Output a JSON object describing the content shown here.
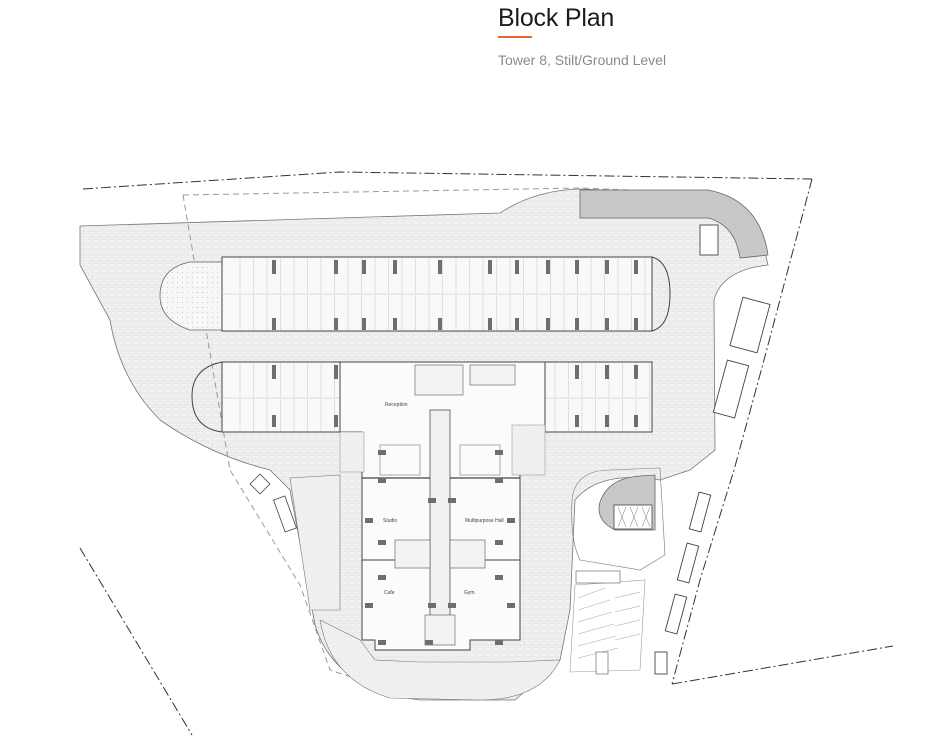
{
  "header": {
    "title": "Block Plan",
    "subtitle": "Tower 8, Stilt/Ground Level",
    "accent_color": "#e06a2c"
  },
  "rooms": {
    "reception": "Reception",
    "studio": "Studio",
    "multipurpose_hall": "Multipurpose Hall",
    "cafe": "Cafe",
    "gym": "Gym"
  },
  "colors": {
    "line": "#555555",
    "paving": "#efefef",
    "wall": "#6e6e6e",
    "ramp": "#c8c8c8"
  }
}
